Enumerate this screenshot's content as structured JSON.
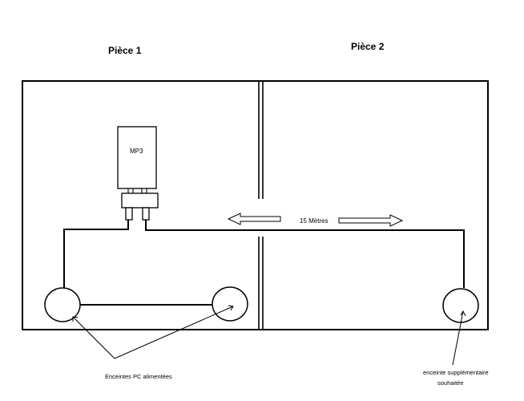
{
  "rooms": {
    "room1_label": "Pièce 1",
    "room2_label": "Pièce 2"
  },
  "device": {
    "label": "MP3"
  },
  "distance": {
    "label": "15 Mètres"
  },
  "notes": {
    "pc_speakers": "Enceintes PC alimentées",
    "extra_speaker_line1": "enceinte supplémentaire",
    "extra_speaker_line2": "souhaitée"
  }
}
